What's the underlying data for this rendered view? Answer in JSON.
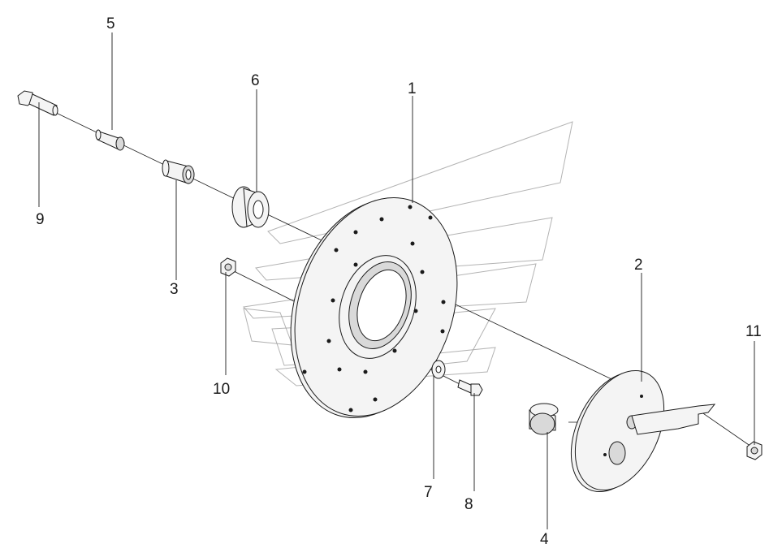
{
  "diagram": {
    "type": "exploded-parts-view",
    "callouts": [
      {
        "id": "label-1",
        "text": "1"
      },
      {
        "id": "label-2",
        "text": "2"
      },
      {
        "id": "label-3",
        "text": "3"
      },
      {
        "id": "label-4",
        "text": "4"
      },
      {
        "id": "label-5",
        "text": "5"
      },
      {
        "id": "label-6",
        "text": "6"
      },
      {
        "id": "label-7",
        "text": "7"
      },
      {
        "id": "label-8",
        "text": "8"
      },
      {
        "id": "label-9",
        "text": "9"
      },
      {
        "id": "label-10",
        "text": "10"
      },
      {
        "id": "label-11",
        "text": "11"
      }
    ],
    "colors": {
      "line": "#1a1a1a",
      "fill": "#f4f4f4",
      "watermark": "#9a9a9a",
      "background": "#ffffff"
    }
  }
}
